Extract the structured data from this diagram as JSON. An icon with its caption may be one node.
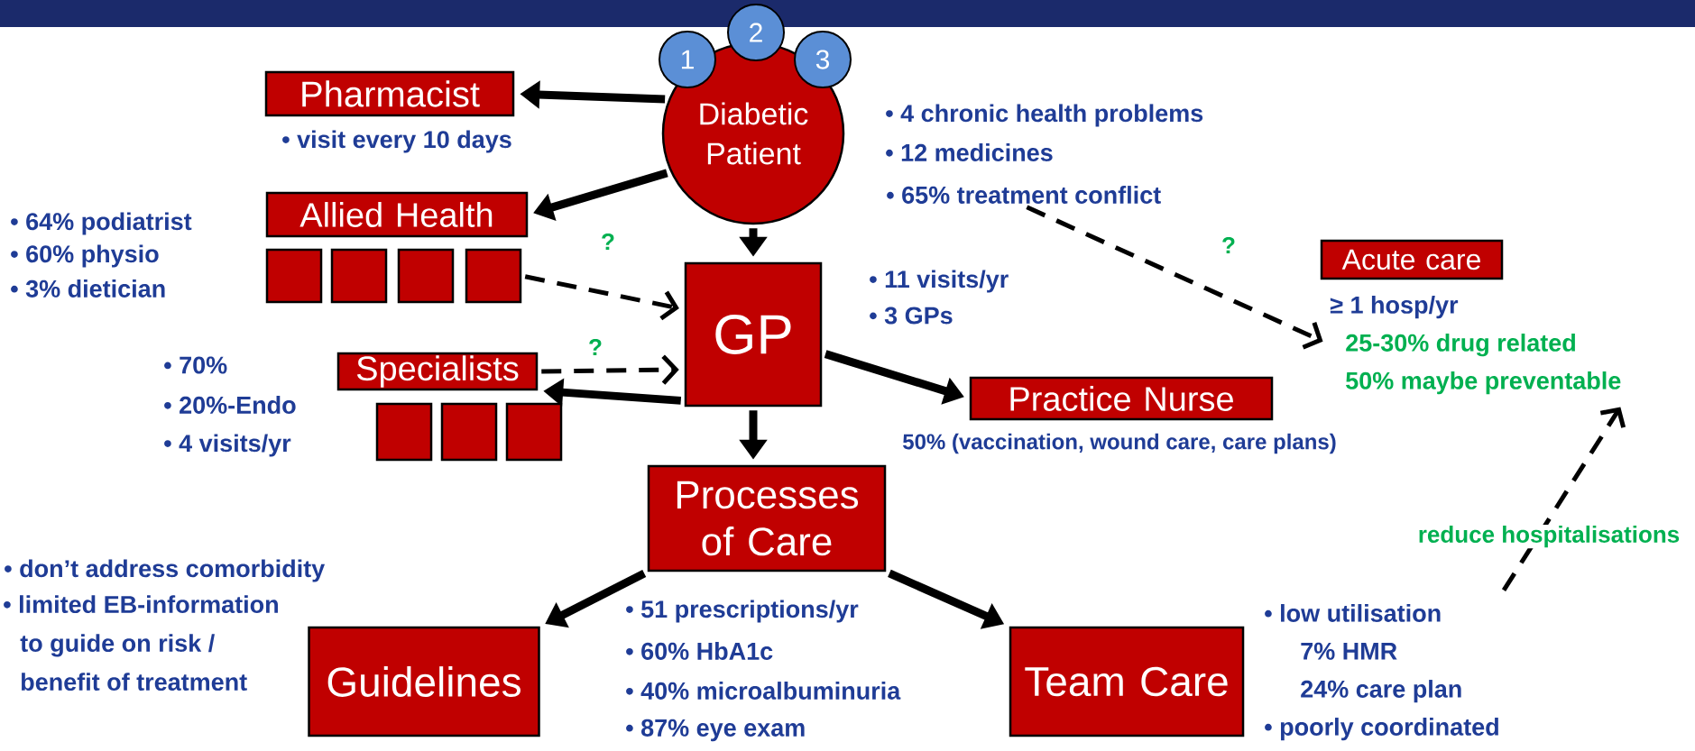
{
  "diagram": {
    "nodes": [
      {
        "text": [
          "Diabetic Patient"
        ],
        "beside": [
          "• 4 chronic health problems",
          "• 12 medicines"
        ]
      },
      {
        "text": [
          "1"
        ]
      },
      {
        "text": [
          "2"
        ]
      },
      {
        "text": [
          "3"
        ]
      },
      {
        "text": [
          "Pharmacist"
        ],
        "beside": [
          "• visit every 10 days"
        ]
      },
      {
        "text": [
          "Allied Health"
        ],
        "beside": [
          "• 64% podiatrist",
          "• 60% physio",
          "• 3% dietician"
        ]
      },
      {
        "text": [],
        "shape": "box"
      },
      {
        "text": [],
        "shape": "box"
      },
      {
        "text": [],
        "shape": "box"
      },
      {
        "text": [],
        "shape": "box"
      },
      {
        "text": [
          "GP"
        ],
        "beside": [
          "• 11 visits/yr",
          "• 3 GPs"
        ]
      },
      {
        "text": [
          "Specialists"
        ],
        "beside": [
          "• 70%",
          "• 20%-Endo",
          "• 4 visits/yr"
        ]
      },
      {
        "text": [],
        "shape": "box"
      },
      {
        "text": [],
        "shape": "box"
      },
      {
        "text": [],
        "shape": "box"
      },
      {
        "text": [
          "Practice Nurse"
        ],
        "beside": [
          "50% (vaccination, wound care, care plans)"
        ]
      },
      {
        "text": [
          "Acute care"
        ]
      },
      {
        "text": [
          "Processes of Care"
        ],
        "beside": [
          "• 51 prescriptions/yr",
          "• 60% HbA1c",
          "• 40% microalbuminuria",
          "• 87% eye exam"
        ]
      },
      {
        "text": [
          "Guidelines"
        ],
        "beside": [
          "• don’t address comorbidity",
          "• limited EB-information to guide on risk / benefit of treatment"
        ]
      },
      {
        "text": [
          "Team Care"
        ]
      },
      {
        "text": [
          "• 65% treatment conflict"
        ]
      },
      {
        "text": [
          "• low utilisation",
          "7% HMR",
          "24% care plan",
          "• poorly coordinated"
        ]
      },
      {
        "text": [
          "≥ 1 hosp/yr",
          "25-30% drug related",
          "50% maybe preventable"
        ]
      }
    ],
    "edges": [
      {
        "from": 0,
        "to": 4,
        "arrow": "to"
      },
      {
        "from": 0,
        "to": 5,
        "arrow": "to"
      },
      {
        "from": 0,
        "to": 10,
        "arrow": "to"
      },
      {
        "from": 9,
        "to": 10,
        "arrow": "to",
        "style": "dashed",
        "label": "?"
      },
      {
        "from": 11,
        "to": 10,
        "arrow": "to",
        "style": "dashed",
        "label": "?"
      },
      {
        "from": 10,
        "to": 11,
        "arrow": "to"
      },
      {
        "from": 10,
        "to": 15,
        "arrow": "to"
      },
      {
        "from": 10,
        "to": 17,
        "arrow": "to"
      },
      {
        "from": 17,
        "to": 18,
        "arrow": "to"
      },
      {
        "from": 17,
        "to": 19,
        "arrow": "to"
      },
      {
        "from": 20,
        "to": 22,
        "arrow": "to",
        "style": "dashed",
        "label": "?"
      },
      {
        "from": 21,
        "to": 22,
        "arrow": "to",
        "style": "dashed",
        "label": "reduce hospitalisations"
      }
    ]
  }
}
